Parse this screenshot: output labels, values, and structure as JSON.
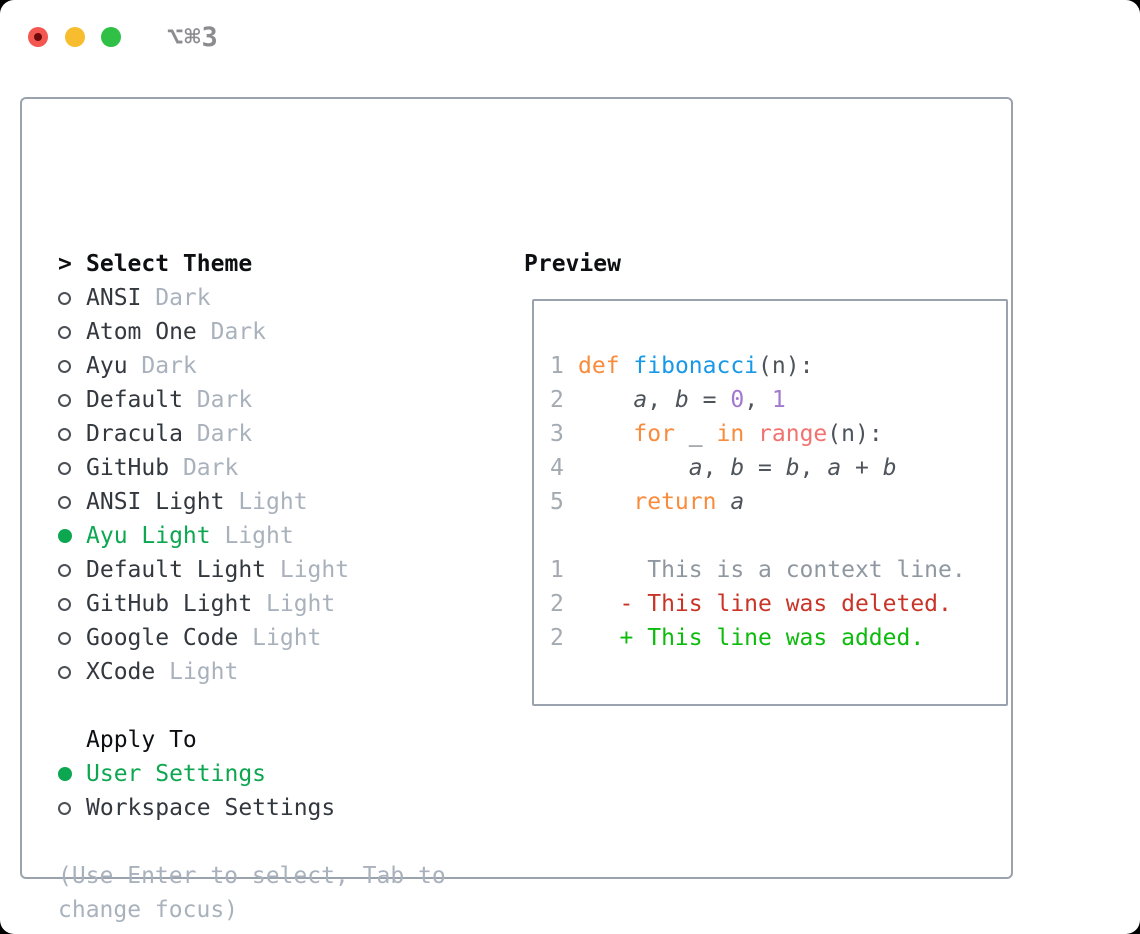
{
  "window": {
    "title": "⌥⌘3"
  },
  "colors": {
    "accent_green": "#0ca750",
    "panel_border_gray": "#9aa3ad",
    "variant_gray": "#a9b2bc",
    "keyword_orange": "#f98b3d",
    "function_blue": "#1899e8",
    "number_purple": "#a379cf",
    "builtin_coral": "#f1726f",
    "diff_red": "#c83528",
    "diff_green": "#0cbb0c",
    "traffic_red": "#f35750",
    "traffic_yellow": "#f7bd2f",
    "traffic_green": "#2fc045"
  },
  "theme_selector": {
    "prompt": ">",
    "title": "Select Theme",
    "themes": [
      {
        "name": "ANSI",
        "variant": "Dark",
        "selected": false
      },
      {
        "name": "Atom One",
        "variant": "Dark",
        "selected": false
      },
      {
        "name": "Ayu",
        "variant": "Dark",
        "selected": false
      },
      {
        "name": "Default",
        "variant": "Dark",
        "selected": false
      },
      {
        "name": "Dracula",
        "variant": "Dark",
        "selected": false
      },
      {
        "name": "GitHub",
        "variant": "Dark",
        "selected": false
      },
      {
        "name": "ANSI Light",
        "variant": "Light",
        "selected": false
      },
      {
        "name": "Ayu Light",
        "variant": "Light",
        "selected": true
      },
      {
        "name": "Default Light",
        "variant": "Light",
        "selected": false
      },
      {
        "name": "GitHub Light",
        "variant": "Light",
        "selected": false
      },
      {
        "name": "Google Code",
        "variant": "Light",
        "selected": false
      },
      {
        "name": "XCode",
        "variant": "Light",
        "selected": false
      }
    ]
  },
  "apply_to": {
    "title": "Apply To",
    "options": [
      {
        "label": "User Settings",
        "selected": true
      },
      {
        "label": "Workspace Settings",
        "selected": false
      }
    ]
  },
  "help_lines": [
    "(Use Enter to select, Tab to",
    "change focus)"
  ],
  "preview": {
    "title": "Preview",
    "code_lines": [
      {
        "num": "1",
        "tokens": [
          {
            "t": "def",
            "c": "kw"
          },
          {
            "t": " "
          },
          {
            "t": "fibonacci",
            "c": "fn"
          },
          {
            "t": "(n):"
          }
        ]
      },
      {
        "num": "2",
        "tokens": [
          {
            "t": "    "
          },
          {
            "t": "a",
            "c": "var"
          },
          {
            "t": ", "
          },
          {
            "t": "b",
            "c": "var"
          },
          {
            "t": " = "
          },
          {
            "t": "0",
            "c": "num"
          },
          {
            "t": ", "
          },
          {
            "t": "1",
            "c": "num"
          }
        ]
      },
      {
        "num": "3",
        "tokens": [
          {
            "t": "    "
          },
          {
            "t": "for",
            "c": "kw"
          },
          {
            "t": " _ "
          },
          {
            "t": "in",
            "c": "kw"
          },
          {
            "t": " "
          },
          {
            "t": "range",
            "c": "bi"
          },
          {
            "t": "(n):"
          }
        ]
      },
      {
        "num": "4",
        "tokens": [
          {
            "t": "        "
          },
          {
            "t": "a",
            "c": "var"
          },
          {
            "t": ", "
          },
          {
            "t": "b",
            "c": "var"
          },
          {
            "t": " = "
          },
          {
            "t": "b",
            "c": "var"
          },
          {
            "t": ", "
          },
          {
            "t": "a",
            "c": "var"
          },
          {
            "t": " + "
          },
          {
            "t": "b",
            "c": "var"
          }
        ]
      },
      {
        "num": "5",
        "tokens": [
          {
            "t": "    "
          },
          {
            "t": "return",
            "c": "kw"
          },
          {
            "t": " "
          },
          {
            "t": "a",
            "c": "var"
          }
        ]
      }
    ],
    "diff_lines": [
      {
        "num": "1",
        "type": "context",
        "text": "     This is a context line."
      },
      {
        "num": "2",
        "type": "deleted",
        "text": "   - This line was deleted."
      },
      {
        "num": "2",
        "type": "added",
        "text": "   + This line was added."
      }
    ]
  }
}
